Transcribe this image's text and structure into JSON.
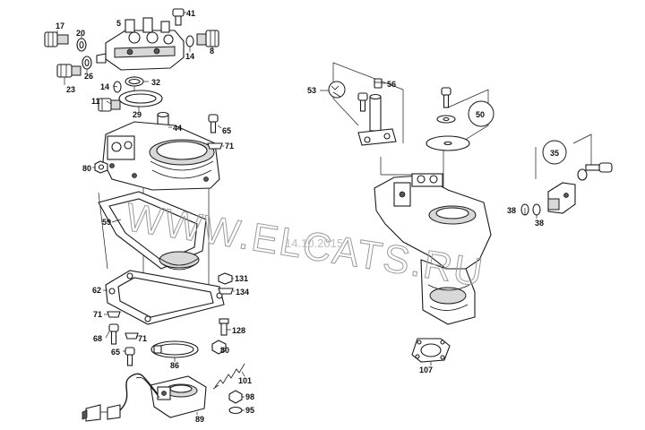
{
  "watermark": "WWW.ELCATS.RU",
  "date_stamp": "14.10.2015",
  "part_labels": {
    "p5": "5",
    "p41": "41",
    "p17": "17",
    "p20": "20",
    "p26": "26",
    "p23": "23",
    "p14a": "14",
    "p8": "8",
    "p14b": "14",
    "p32": "32",
    "p11": "11",
    "p29": "29",
    "p44": "44",
    "p65a": "65",
    "p71a": "71",
    "p80a": "80",
    "p59": "59",
    "p131": "131",
    "p134": "134",
    "p62": "62",
    "p71b": "71",
    "p71c": "71",
    "p68": "68",
    "p128": "128",
    "p80b": "80",
    "p65b": "65",
    "p86": "86",
    "p101": "101",
    "p98": "98",
    "p95": "95",
    "p89": "89",
    "p53": "53",
    "p56": "56",
    "p50": "50",
    "p35": "35",
    "p38a": "38",
    "p38b": "38",
    "p107": "107"
  }
}
